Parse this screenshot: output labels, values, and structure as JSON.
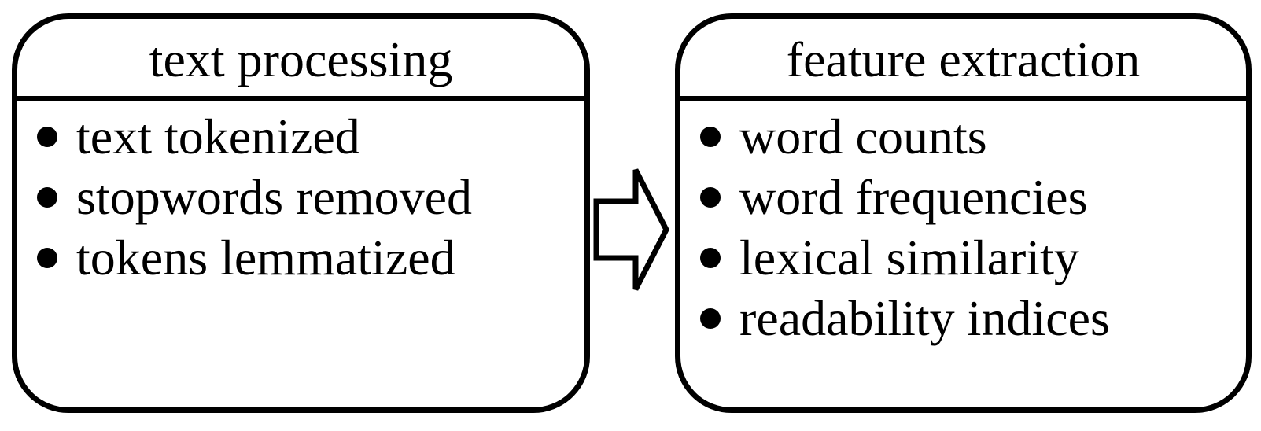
{
  "diagram": {
    "background_color": "#ffffff",
    "stroke_color": "#000000",
    "boxes": [
      {
        "id": "text-processing",
        "title": "text processing",
        "bullets": [
          "text tokenized",
          "stopwords removed",
          "tokens lemmatized"
        ]
      },
      {
        "id": "feature-extraction",
        "title": "feature extraction",
        "bullets": [
          "word counts",
          "word frequencies",
          "lexical similarity",
          "readability indices"
        ]
      }
    ],
    "connector": {
      "type": "hollow-block-arrow",
      "direction": "right",
      "from": "text-processing",
      "to": "feature-extraction"
    }
  }
}
